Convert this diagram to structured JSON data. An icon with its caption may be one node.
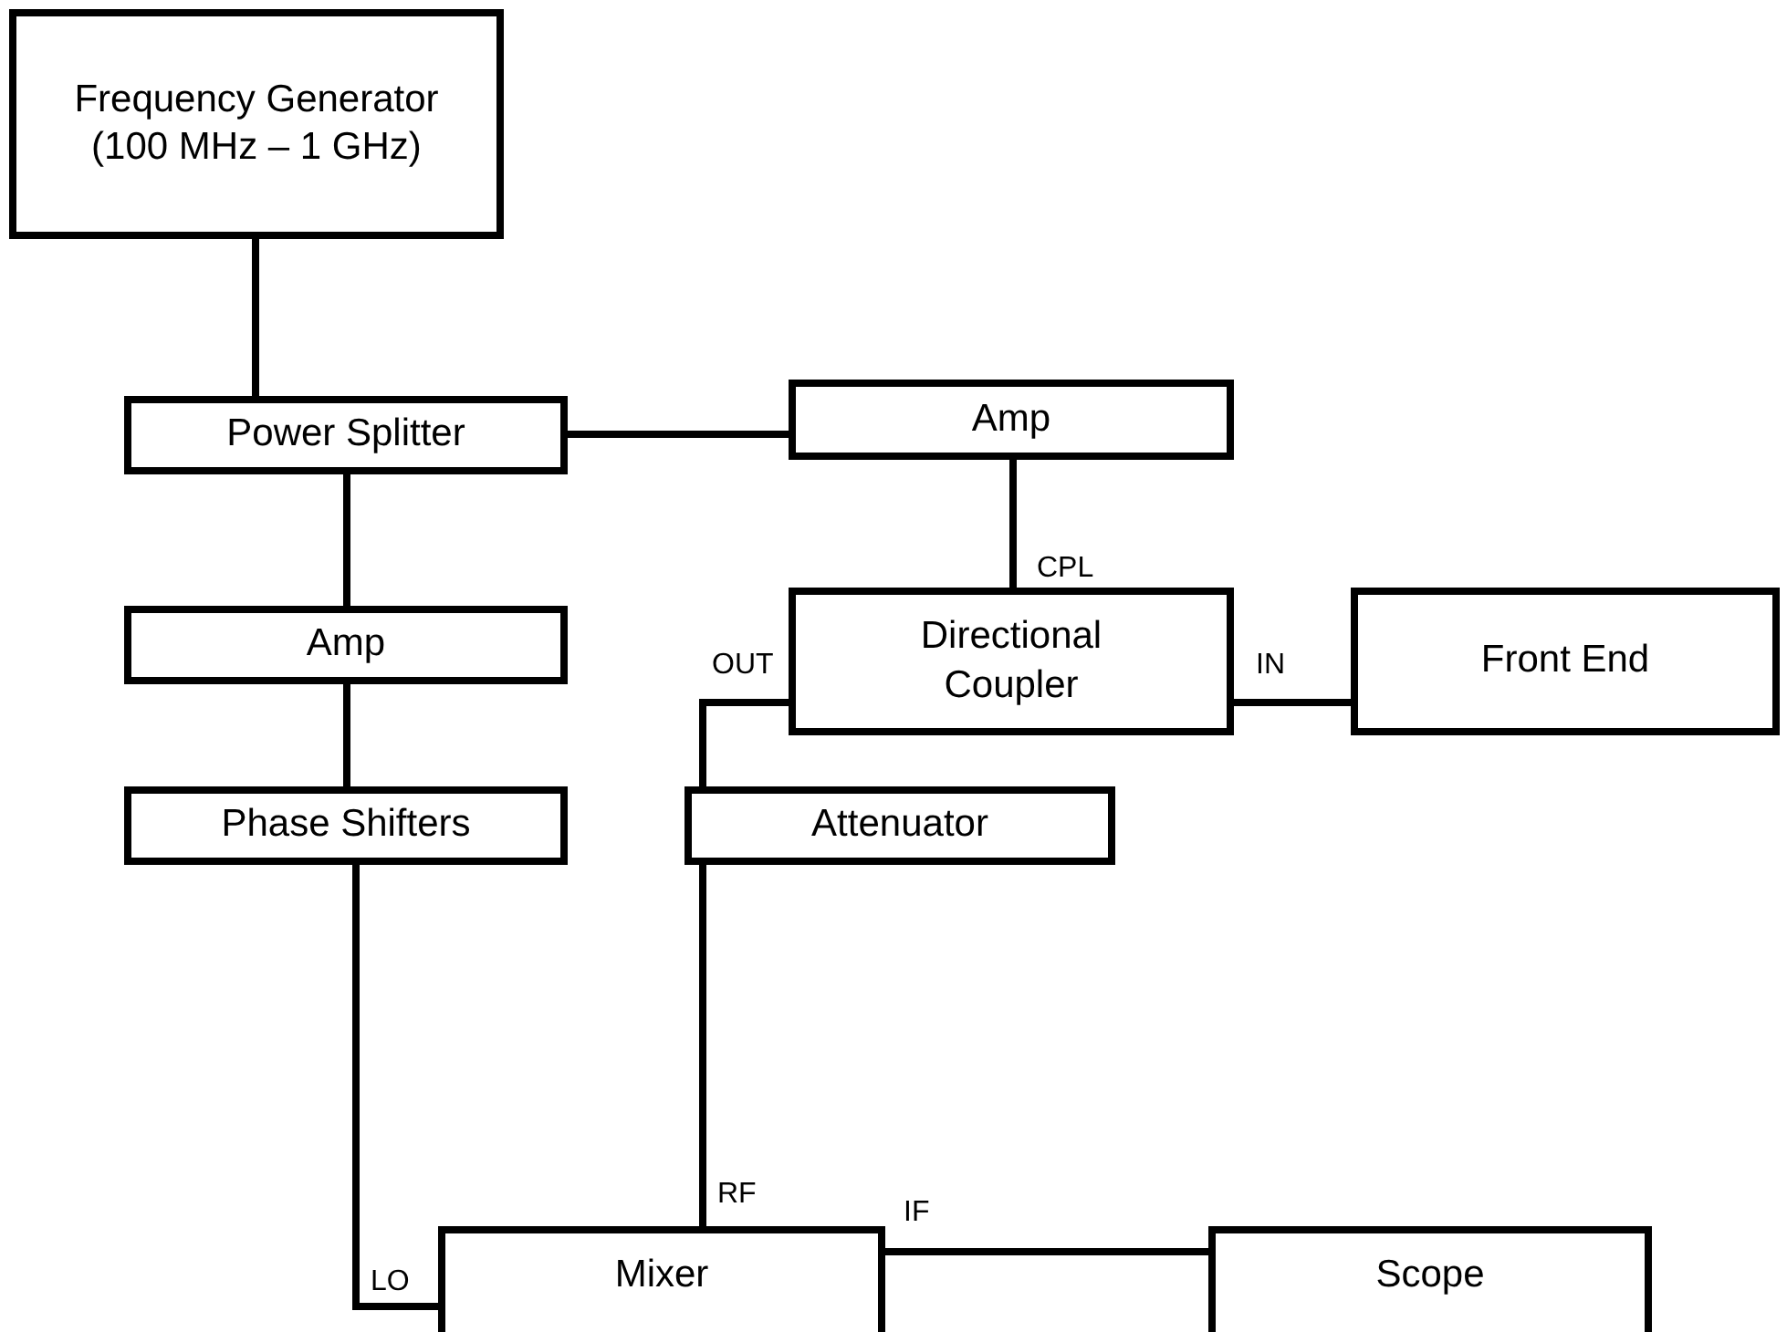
{
  "diagram": {
    "nodes": [
      {
        "text": [
          "Frequency Generator (100 MHz – 1 GHz)"
        ]
      },
      {
        "text": [
          "Power Splitter"
        ]
      },
      {
        "text": [
          "Amp"
        ]
      },
      {
        "text": [
          "Amp"
        ]
      },
      {
        "text": [
          "Directional Coupler"
        ]
      },
      {
        "text": [
          "Front End"
        ]
      },
      {
        "text": [
          "Phase Shifters"
        ]
      },
      {
        "text": [
          "Attenuator"
        ]
      },
      {
        "text": [
          "Mixer"
        ]
      },
      {
        "text": [
          "Scope"
        ]
      }
    ],
    "edges": [
      {
        "from": 0,
        "to": 1,
        "arrow": "none"
      },
      {
        "from": 1,
        "to": 2,
        "arrow": "none"
      },
      {
        "from": 1,
        "to": 3,
        "arrow": "none"
      },
      {
        "from": 2,
        "to": 4,
        "arrow": "none",
        "label": "CPL"
      },
      {
        "from": 3,
        "to": 6,
        "arrow": "none"
      },
      {
        "from": 4,
        "to": 5,
        "arrow": "none",
        "label": "IN"
      },
      {
        "from": 4,
        "to": 7,
        "arrow": "none",
        "label": "OUT"
      },
      {
        "from": 6,
        "to": 8,
        "arrow": "none",
        "label": "LO"
      },
      {
        "from": 7,
        "to": 8,
        "arrow": "none",
        "label": "RF"
      },
      {
        "from": 8,
        "to": 9,
        "arrow": "none",
        "label": "IF"
      }
    ]
  }
}
